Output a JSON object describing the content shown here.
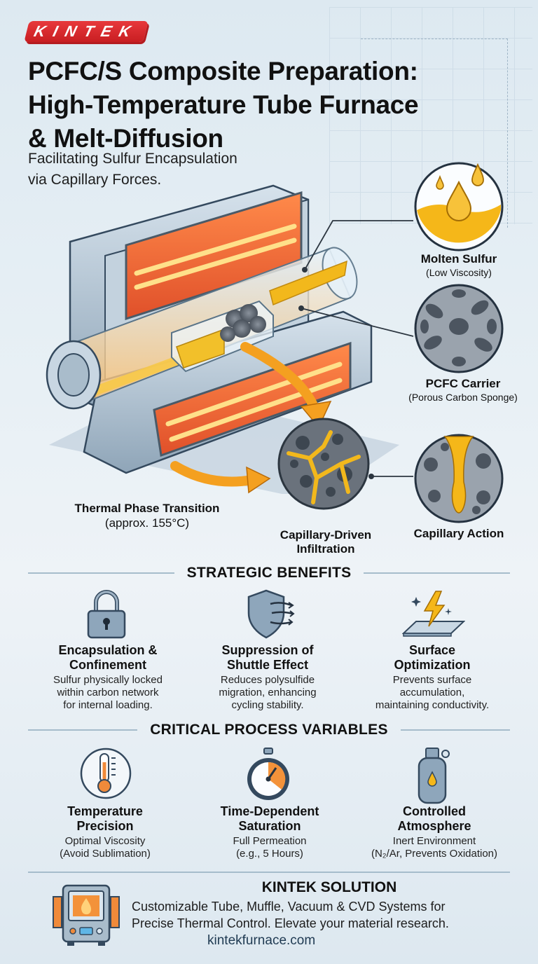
{
  "brand": {
    "logo_text": "KINTEK"
  },
  "header": {
    "title_lines": [
      "PCFC/S Composite Preparation:",
      "High-Temperature Tube Furnace",
      "& Melt-Diffusion"
    ],
    "subtitle_lines": [
      "Facilitating Sulfur Encapsulation",
      "via Capillary Forces."
    ]
  },
  "diagram": {
    "callouts": [
      {
        "title": "Molten Sulfur",
        "detail": "(Low Viscosity)"
      },
      {
        "title": "PCFC Carrier",
        "detail": "(Porous Carbon Sponge)"
      },
      {
        "title": "Capillary Action",
        "detail": ""
      }
    ],
    "labels": {
      "phase_title": "Thermal Phase Transition",
      "phase_detail": "(approx. 155°C)",
      "infiltration_line1": "Capillary-Driven",
      "infiltration_line2": "Infiltration"
    },
    "colors": {
      "heater": "#f26b2e",
      "glow": "#ffd56b",
      "sulfur": "#f2b81c",
      "carbon": "#5c6470",
      "steel": "#aebfcd"
    }
  },
  "benefits": {
    "heading": "STRATEGIC BENEFITS",
    "items": [
      {
        "icon": "padlock-icon",
        "title_1": "Encapsulation &",
        "title_2": "Confinement",
        "desc": [
          "Sulfur physically locked",
          "within carbon network",
          "for internal loading."
        ]
      },
      {
        "icon": "shield-icon",
        "title_1": "Suppression of",
        "title_2": "Shuttle Effect",
        "desc": [
          "Reduces polysulfide",
          "migration, enhancing",
          "cycling stability."
        ]
      },
      {
        "icon": "lightning-surface-icon",
        "title_1": "Surface",
        "title_2": "Optimization",
        "desc": [
          "Prevents surface",
          "accumulation,",
          "maintaining conductivity."
        ]
      }
    ]
  },
  "variables": {
    "heading": "CRITICAL PROCESS VARIABLES",
    "items": [
      {
        "icon": "thermometer-icon",
        "title_1": "Temperature",
        "title_2": "Precision",
        "desc": [
          "Optimal Viscosity",
          "(Avoid Sublimation)"
        ]
      },
      {
        "icon": "stopwatch-icon",
        "title_1": "Time-Dependent",
        "title_2": "Saturation",
        "desc": [
          "Full Permeation",
          "(e.g., 5 Hours)"
        ]
      },
      {
        "icon": "gas-cylinder-icon",
        "title_1": "Controlled",
        "title_2": "Atmosphere",
        "desc": [
          "Inert Environment",
          "(N₂/Ar, Prevents Oxidation)"
        ]
      }
    ]
  },
  "footer": {
    "heading": "KINTEK SOLUTION",
    "line1": "Customizable Tube, Muffle, Vacuum & CVD Systems for",
    "line2": "Precise Thermal Control. Elevate your material research.",
    "url": "kintekfurnace.com"
  }
}
